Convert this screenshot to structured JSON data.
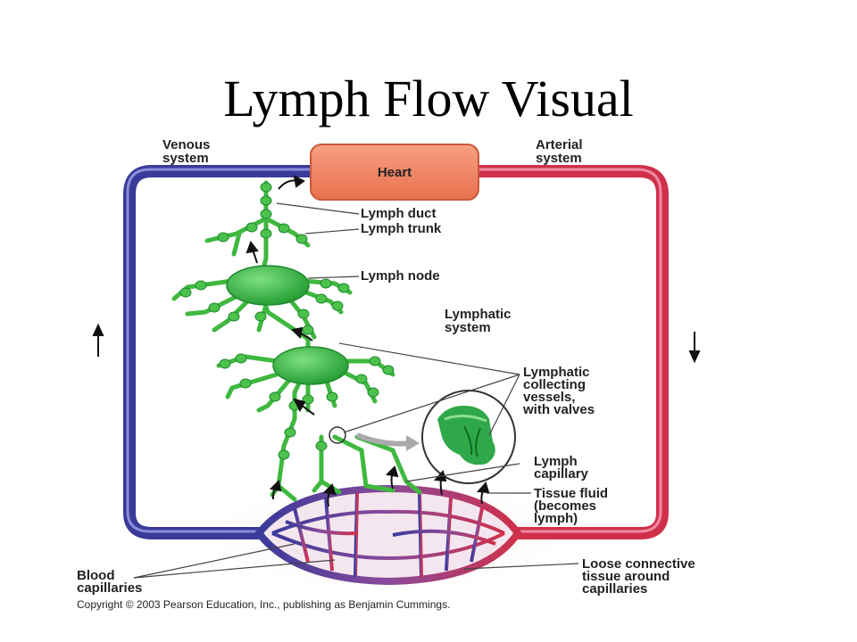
{
  "title": "Lymph Flow Visual",
  "labels": {
    "venous": [
      "Venous",
      "system"
    ],
    "arterial": [
      "Arterial",
      "system"
    ],
    "heart": "Heart",
    "lymph_duct": "Lymph duct",
    "lymph_trunk": "Lymph trunk",
    "lymph_node": "Lymph node",
    "lymphatic_system": [
      "Lymphatic",
      "system"
    ],
    "collecting": [
      "Lymphatic",
      "collecting",
      "vessels,",
      "with valves"
    ],
    "capillary": [
      "Lymph",
      "capillary"
    ],
    "tissue_fluid": [
      "Tissue fluid",
      "(becomes",
      "lymph)"
    ],
    "blood_capillaries": [
      "Blood",
      "capillaries"
    ],
    "loose_tissue": [
      "Loose connective",
      "tissue around",
      "capillaries"
    ]
  },
  "copyright": "Copyright © 2003 Pearson Education, Inc., publishing as Benjamin Cummings.",
  "colors": {
    "venous": "#3a3a9a",
    "arterial": "#d0304a",
    "lymph": "#3fb83f",
    "heart": "#f08a6a"
  }
}
